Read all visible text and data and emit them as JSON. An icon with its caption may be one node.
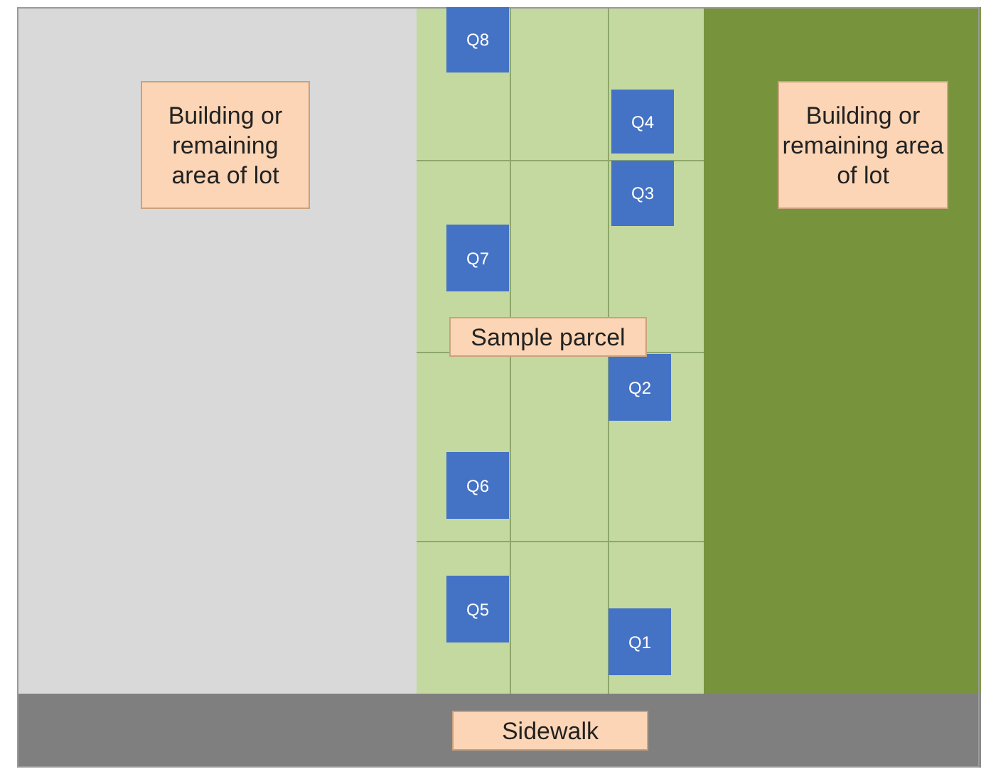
{
  "diagram": {
    "nodes": [
      {
        "text": [
          "Building or remaining area of lot"
        ]
      },
      {
        "text": [
          "Sample parcel"
        ]
      },
      {
        "text": [
          "Q8"
        ],
        "in": 1
      },
      {
        "text": [
          "Q4"
        ],
        "in": 1
      },
      {
        "text": [
          "Q3"
        ],
        "in": 1
      },
      {
        "text": [
          "Q7"
        ],
        "in": 1
      },
      {
        "text": [
          "Q2"
        ],
        "in": 1
      },
      {
        "text": [
          "Q6"
        ],
        "in": 1
      },
      {
        "text": [
          "Q5"
        ],
        "in": 1
      },
      {
        "text": [
          "Q1"
        ],
        "in": 1
      },
      {
        "text": [
          "Building or remaining area of lot"
        ]
      },
      {
        "text": [
          "Sidewalk"
        ]
      }
    ]
  }
}
